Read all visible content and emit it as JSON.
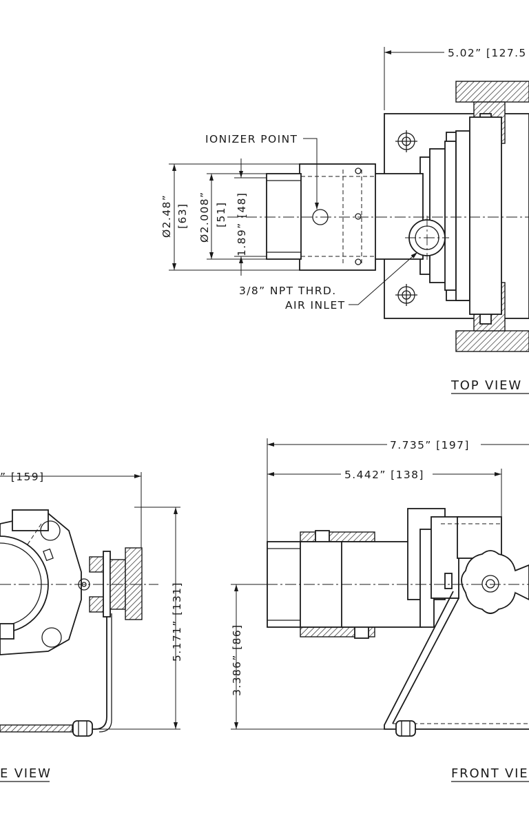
{
  "top_view": {
    "title": "TOP VIEW",
    "width_dim": "5.02” [127.5",
    "ionizer_label": "IONIZER POINT",
    "air_inlet_line1": "3/8” NPT THRD.",
    "air_inlet_line2": "AIR INLET",
    "dia_outer": "Ø2.48”",
    "dia_outer_mm": "[63]",
    "dia_mid": "Ø2.008”",
    "dia_mid_mm": "[51]",
    "dia_inner": "1.89” [48]"
  },
  "side_view": {
    "title": "E VIEW",
    "width_dim": "” [159]",
    "height_dim": "5.171” [131]"
  },
  "front_view": {
    "title": "FRONT VIE",
    "overall_length": "7.735” [197]",
    "body_length": "5.442” [138]",
    "center_height": "3.386” [86]"
  }
}
